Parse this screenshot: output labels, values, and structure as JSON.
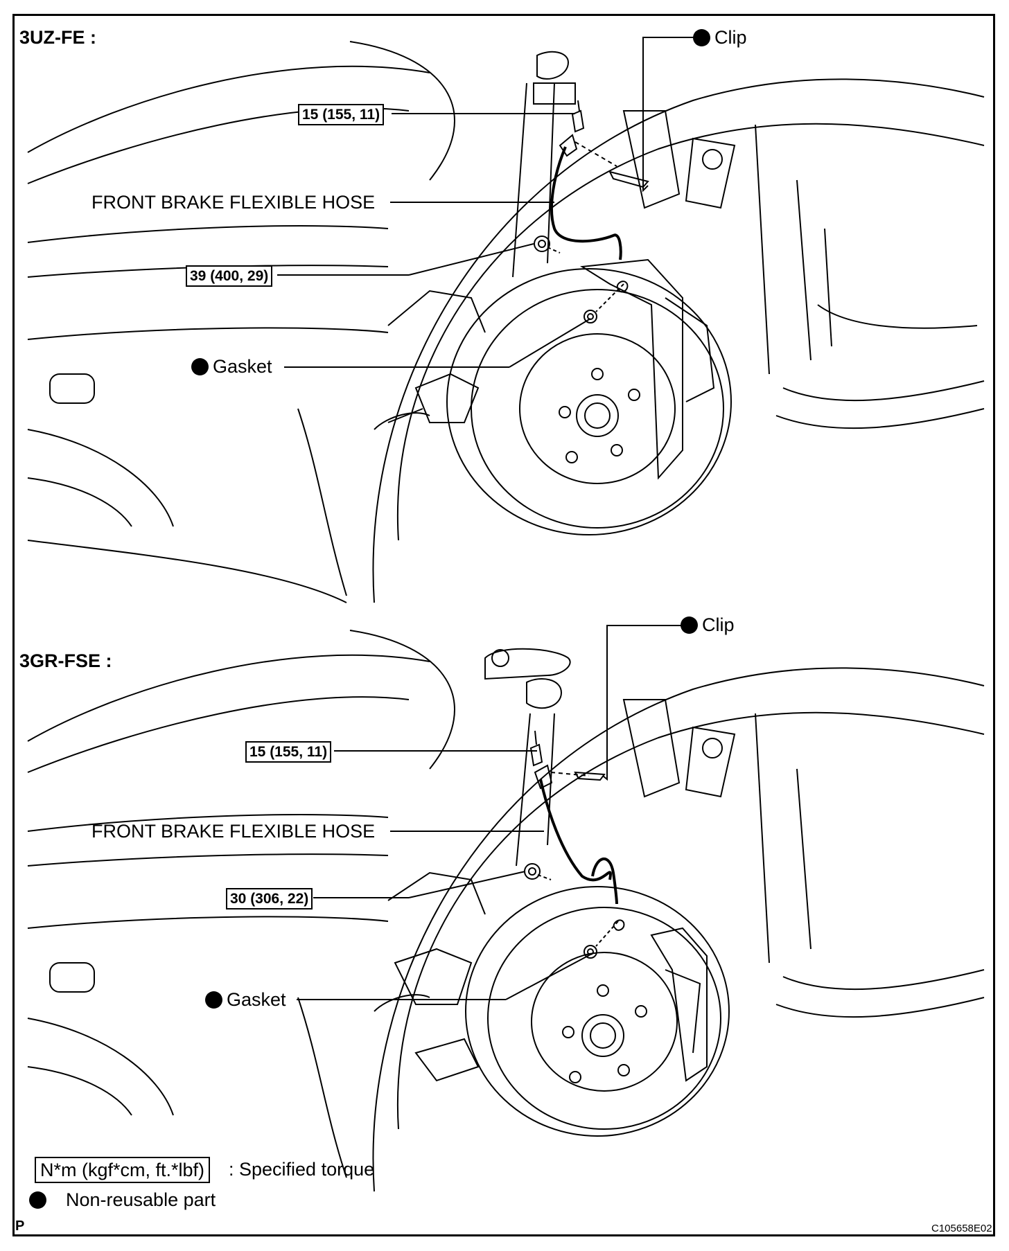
{
  "sections": [
    {
      "engine": "3UZ-FE :",
      "labels": {
        "clip": "Clip",
        "hose": "FRONT BRAKE FLEXIBLE HOSE",
        "gasket": "Gasket",
        "torque_union": "15 (155, 11)",
        "torque_bolt": "39 (400, 29)"
      }
    },
    {
      "engine": "3GR-FSE :",
      "labels": {
        "clip": "Clip",
        "hose": "FRONT BRAKE FLEXIBLE HOSE",
        "gasket": "Gasket",
        "torque_union": "15 (155, 11)",
        "torque_bolt": "30 (306, 22)"
      }
    }
  ],
  "legend": {
    "torque_units": "N*m (kgf*cm, ft.*lbf)",
    "torque_desc": ": Specified torque",
    "nonreusable": "Non-reusable part"
  },
  "footer": {
    "page_mark": "P",
    "figure_id": "C105658E02"
  }
}
